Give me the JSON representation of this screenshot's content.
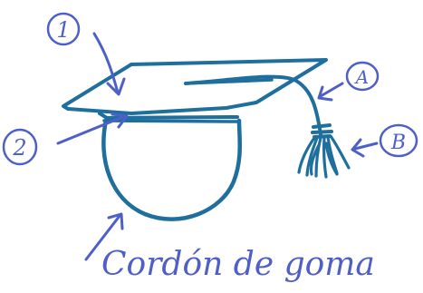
{
  "colors": {
    "cap_ink": "#1f6f9e",
    "label_ink": "#4f5fc8",
    "background": "#ffffff"
  },
  "labels": {
    "part_1": "1",
    "part_2": "2",
    "part_a": "A",
    "part_b": "B",
    "caption": "Cordón de goma"
  }
}
